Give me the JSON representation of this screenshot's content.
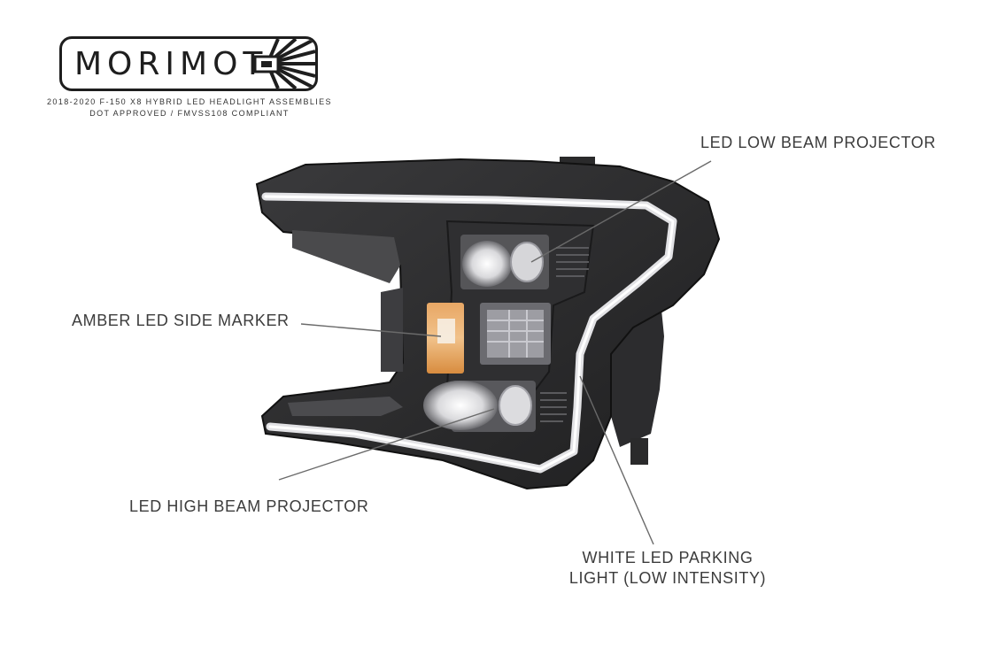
{
  "brand": {
    "name": "MORIMOT",
    "tagline_line1": "2018-2020 F-150 X8 HYBRID LED HEADLIGHT ASSEMBLIES",
    "tagline_line2": "DOT APPROVED / FMVSS108 COMPLIANT"
  },
  "callouts": {
    "low_beam": "LED LOW BEAM PROJECTOR",
    "side_marker": "AMBER LED SIDE MARKER",
    "high_beam": "LED HIGH BEAM PROJECTOR",
    "parking_line1": "WHITE LED PARKING",
    "parking_line2": "LIGHT (LOW INTENSITY)"
  },
  "colors": {
    "housing": "#2b2b2c",
    "lens_tint": "#4a4a4c",
    "drl_glow": "#f4f4f6",
    "amber": "#e39a4e",
    "leader_line": "#6a6a6a",
    "text": "#3c3c3c"
  }
}
